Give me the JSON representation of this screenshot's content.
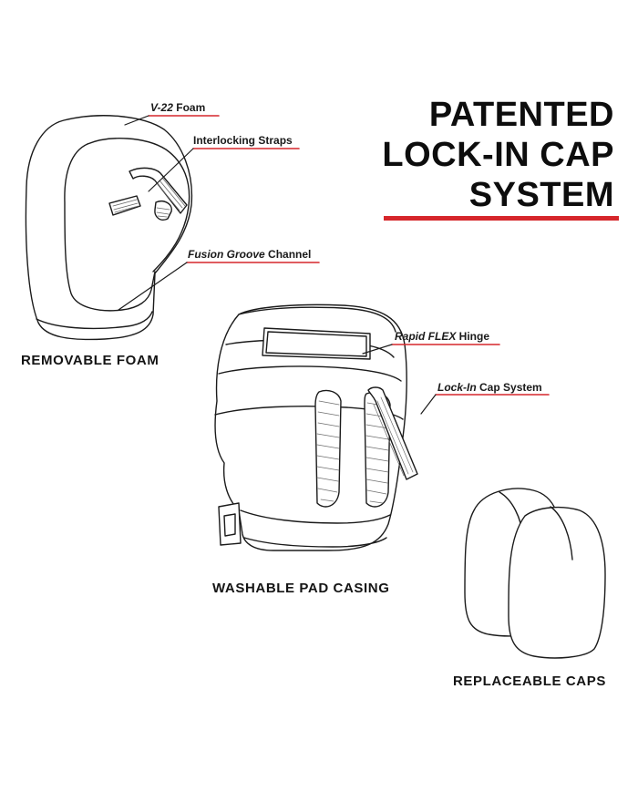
{
  "title": {
    "lines": [
      "PATENTED",
      "LOCK-IN CAP",
      "SYSTEM"
    ]
  },
  "accent_color": "#d6262b",
  "callouts": {
    "v22_foam": {
      "italic": "V-22",
      "rest": " Foam"
    },
    "interlocking_straps": {
      "italic": "",
      "rest": "Interlocking Straps"
    },
    "fusion_groove": {
      "italic": "Fusion Groove",
      "rest": " Channel"
    },
    "rapid_flex": {
      "italic": "Rapid FLEX",
      "rest": " Hinge"
    },
    "lock_in": {
      "italic": "Lock-In",
      "rest": " Cap System"
    }
  },
  "sections": {
    "removable_foam": "REMOVABLE FOAM",
    "washable_casing": "WASHABLE PAD CASING",
    "replaceable_caps": "REPLACEABLE CAPS"
  },
  "icons": {
    "foam_insert": "foam-insert-illustration",
    "pad_casing": "knee-pad-casing-illustration",
    "caps": "replaceable-caps-illustration"
  }
}
